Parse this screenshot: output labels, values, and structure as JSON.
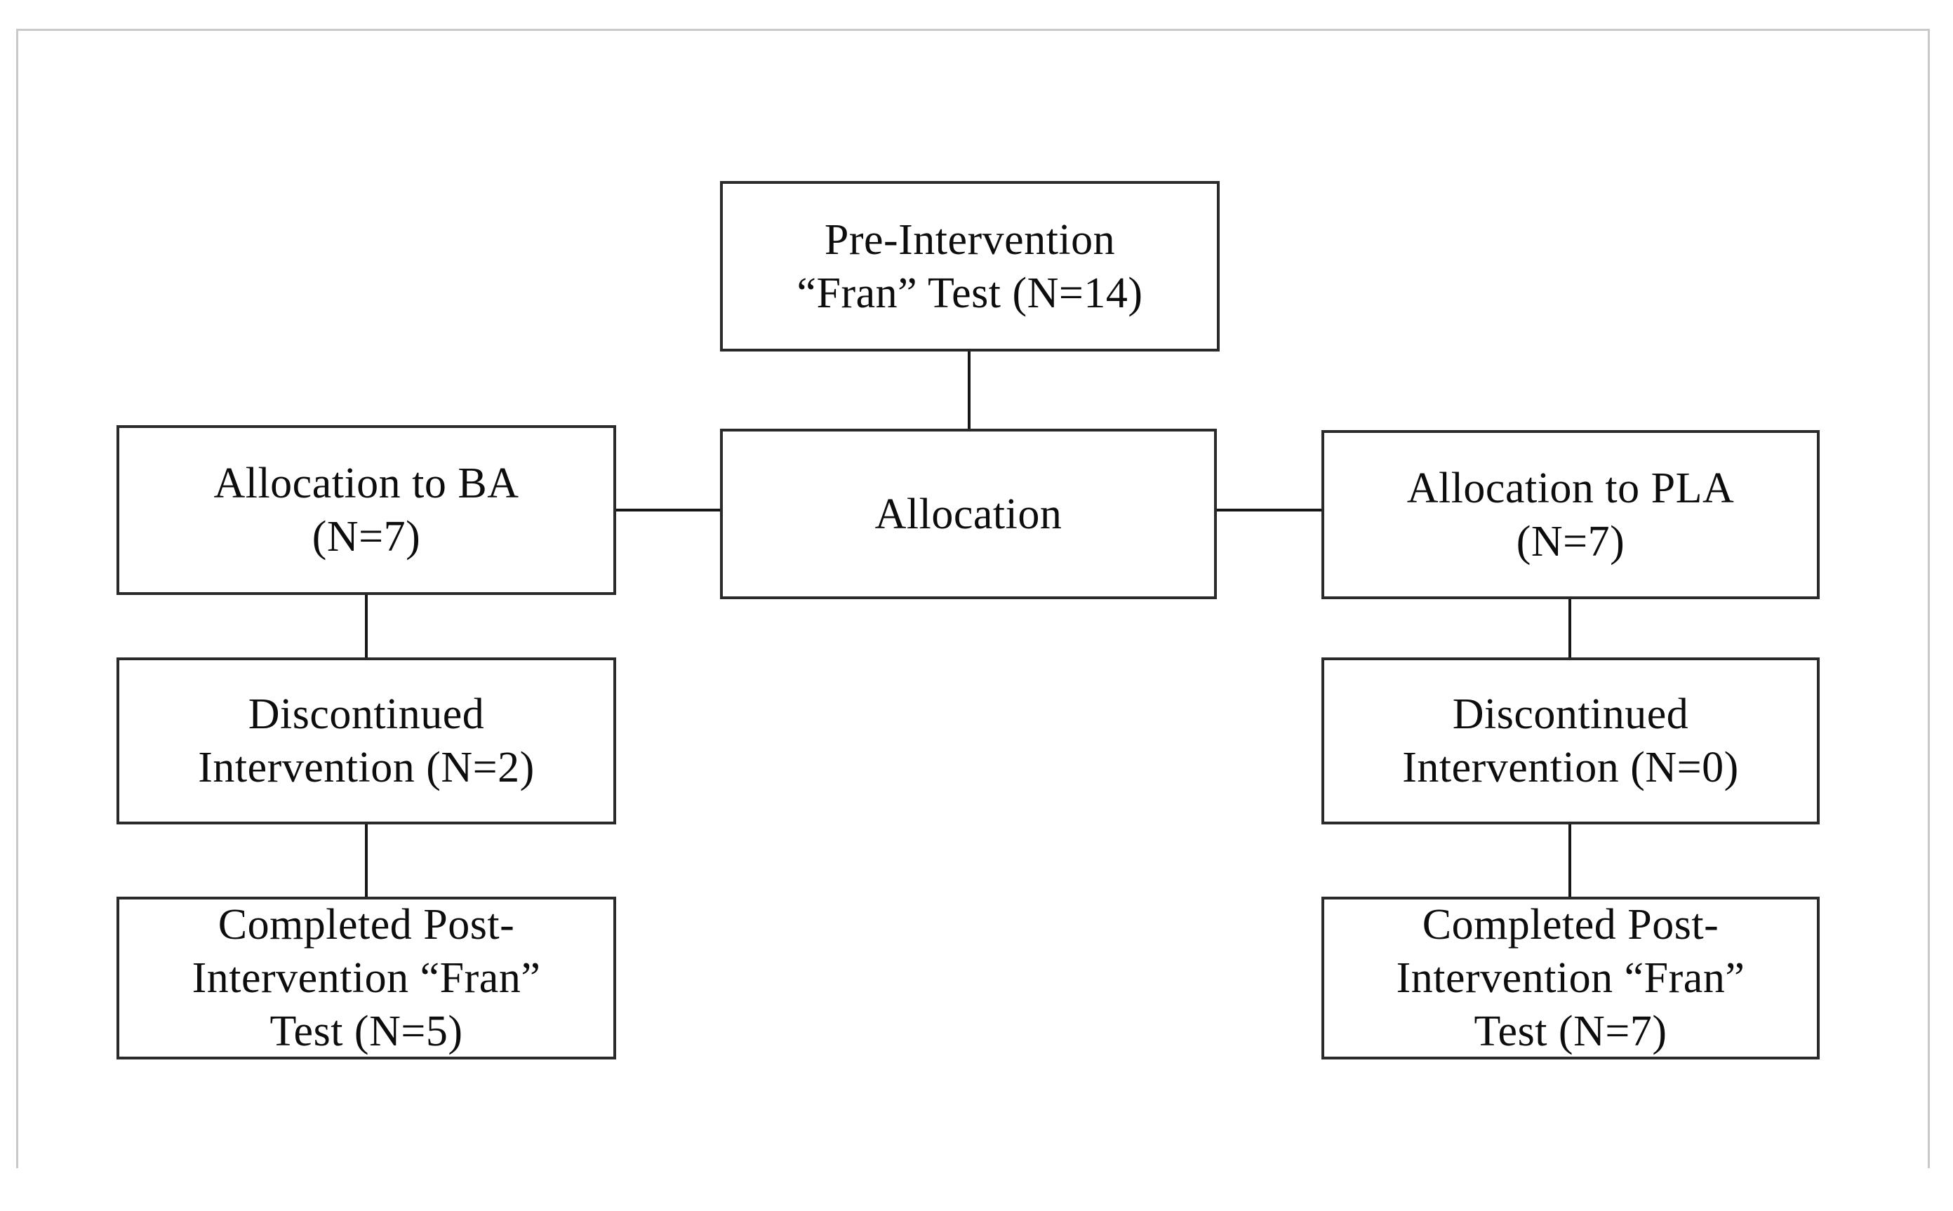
{
  "figure": {
    "type": "participant-flow-diagram",
    "total_enrolled": 14,
    "groups": [
      {
        "name": "BA",
        "allocated": 7,
        "discontinued": 2,
        "completed": 5
      },
      {
        "name": "PLA",
        "allocated": 7,
        "discontinued": 0,
        "completed": 7
      }
    ]
  },
  "nodes": {
    "pre_intervention": {
      "lines": [
        "Pre-Intervention",
        "“Fran” Test (N=14)"
      ]
    },
    "allocation": {
      "lines": [
        "Allocation"
      ]
    },
    "allocation_ba": {
      "lines": [
        "Allocation to BA",
        "(N=7)"
      ]
    },
    "allocation_pla": {
      "lines": [
        "Allocation to PLA",
        "(N=7)"
      ]
    },
    "discontinued_ba": {
      "lines": [
        "Discontinued",
        "Intervention (N=2)"
      ]
    },
    "discontinued_pla": {
      "lines": [
        "Discontinued",
        "Intervention (N=0)"
      ]
    },
    "completed_ba": {
      "lines": [
        "Completed Post-",
        "Intervention “Fran”",
        "Test (N=5)"
      ]
    },
    "completed_pla": {
      "lines": [
        "Completed Post-",
        "Intervention “Fran”",
        "Test (N=7)"
      ]
    }
  },
  "colors": {
    "background": "#ffffff",
    "box_border": "#2a2a2a",
    "connector": "#161616",
    "page_border": "#c9c9c9",
    "text": "#0d0d0d"
  }
}
